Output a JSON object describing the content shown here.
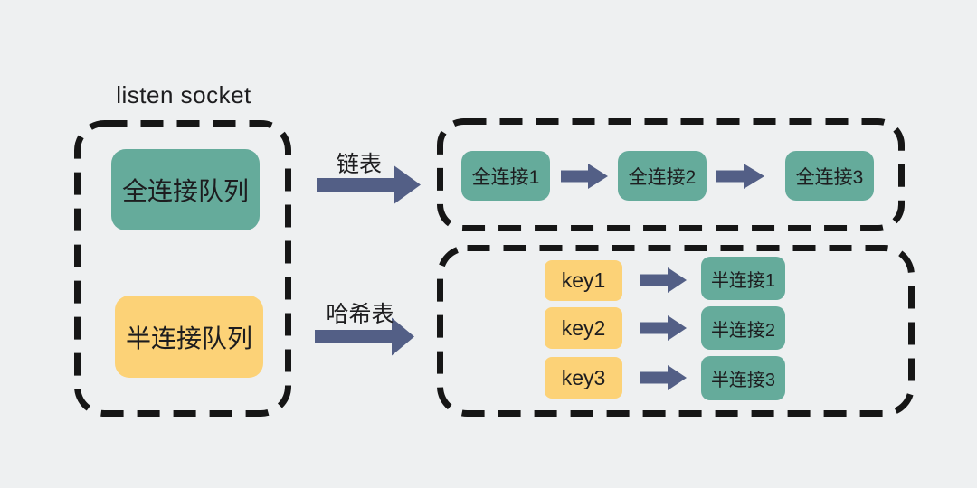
{
  "colors": {
    "bg": "#eef0f1",
    "dash": "#161616",
    "arrow": "#535f86",
    "teal": "#65ab9b",
    "yellow": "#fcd277",
    "ink": "#1d1d1f"
  },
  "listen_socket": {
    "title": "listen socket",
    "full_queue": "全连接队列",
    "half_queue": "半连接队列"
  },
  "edges": {
    "linked_list": "链表",
    "hash_table": "哈希表"
  },
  "linked_list": {
    "nodes": [
      "全连接1",
      "全连接2",
      "全连接3"
    ]
  },
  "hash_table": {
    "entries": [
      {
        "key": "key1",
        "value": "半连接1"
      },
      {
        "key": "key2",
        "value": "半连接2"
      },
      {
        "key": "key3",
        "value": "半连接3"
      }
    ]
  }
}
